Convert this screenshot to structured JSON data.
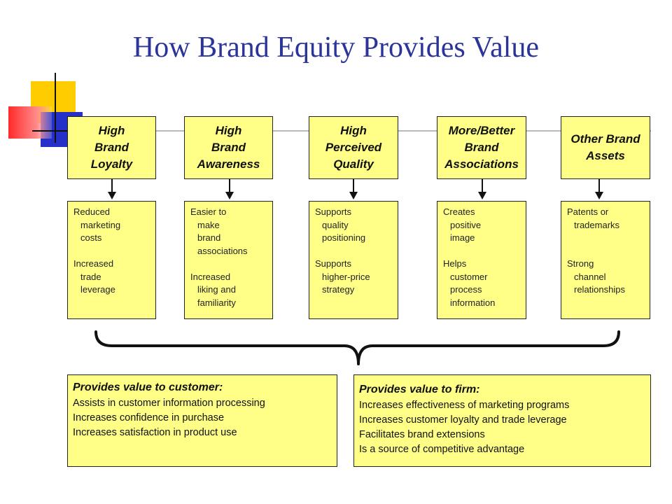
{
  "title": "How Brand Equity Provides Value",
  "colors": {
    "title": "#2b3499",
    "box_fill": "#ffff88",
    "border": "#222222"
  },
  "columns": [
    {
      "heading": [
        "High",
        "Brand",
        "Loyalty"
      ],
      "details": [
        [
          "Reduced",
          "marketing",
          "costs"
        ],
        [
          "Increased",
          "trade",
          "leverage"
        ]
      ]
    },
    {
      "heading": [
        "High",
        "Brand",
        "Awareness"
      ],
      "details": [
        [
          "Easier to",
          "make",
          "brand",
          "associations"
        ],
        [
          "Increased",
          "liking and",
          "familiarity"
        ]
      ]
    },
    {
      "heading": [
        "High",
        "Perceived",
        "Quality"
      ],
      "details": [
        [
          "Supports",
          "quality",
          "positioning"
        ],
        [
          "Supports",
          "higher-price",
          "strategy"
        ]
      ]
    },
    {
      "heading": [
        "More/Better",
        "Brand",
        "Associations"
      ],
      "details": [
        [
          "Creates",
          "positive",
          "image"
        ],
        [
          "Helps",
          "customer",
          "process",
          "information"
        ]
      ]
    },
    {
      "heading": [
        "Other Brand",
        "Assets"
      ],
      "details": [
        [
          "Patents or",
          "trademarks"
        ],
        [
          "Strong",
          "channel",
          "relationships"
        ]
      ]
    }
  ],
  "customer": {
    "heading": "Provides value to customer:",
    "lines": [
      "Assists in customer information processing",
      "Increases confidence in purchase",
      "Increases satisfaction in product use"
    ]
  },
  "firm": {
    "heading": "Provides value to firm:",
    "lines": [
      "Increases effectiveness of marketing programs",
      "Increases customer loyalty and trade leverage",
      "Facilitates brand extensions",
      "Is a source of competitive advantage"
    ]
  }
}
